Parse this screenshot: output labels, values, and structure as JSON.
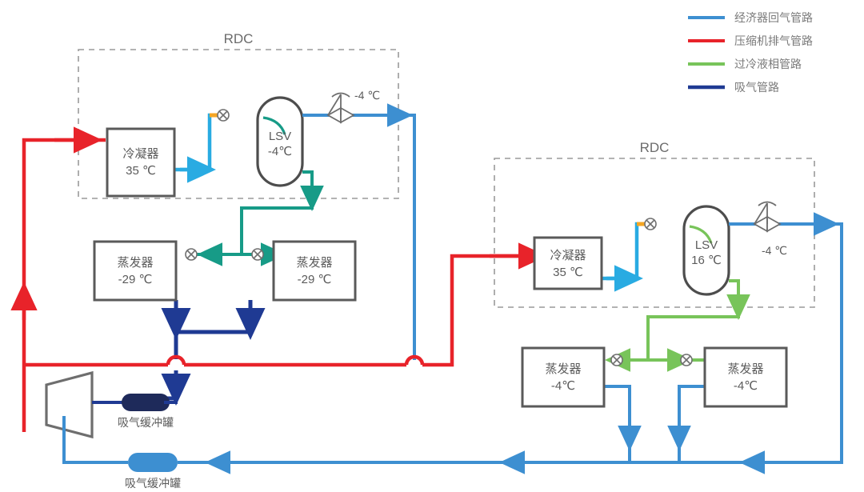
{
  "legend": {
    "items": [
      {
        "label": "经济器回气管路",
        "color": "#3d8fd1",
        "icon": "line-swatch-icon"
      },
      {
        "label": "压缩机排气管路",
        "color": "#e8232a",
        "icon": "line-swatch-icon"
      },
      {
        "label": "过冷液相管路",
        "color": "#78c45a",
        "icon": "line-swatch-icon"
      },
      {
        "label": "吸气管路",
        "color": "#1f3a93",
        "icon": "line-swatch-icon"
      }
    ]
  },
  "colors": {
    "economizer_return": "#3d8fd1",
    "compressor_discharge": "#e8232a",
    "subcooled_liquid": "#78c45a",
    "suction": "#1f3a93",
    "liquid_cyan": "#29abe2",
    "liquid_teal": "#179b87",
    "orange_marker": "#f5a623",
    "equipment_stroke": "#5a5a5a",
    "text": "#5b5b5b"
  },
  "left_section": {
    "rdc_title": "RDC",
    "condenser": {
      "name": "冷凝器",
      "temp": "35 ℃"
    },
    "lsv": {
      "name": "LSV",
      "temp": "-4℃"
    },
    "valve_temp": "-4 ℃",
    "evaporator_left": {
      "name": "蒸发器",
      "temp": "-29 ℃"
    },
    "evaporator_right": {
      "name": "蒸发器",
      "temp": "-29 ℃"
    }
  },
  "right_section": {
    "rdc_title": "RDC",
    "condenser": {
      "name": "冷凝器",
      "temp": "35 ℃"
    },
    "lsv": {
      "name": "LSV",
      "temp": "16 ℃"
    },
    "valve_temp": "-4 ℃",
    "evaporator_left": {
      "name": "蒸发器",
      "temp": "-4℃"
    },
    "evaporator_right": {
      "name": "蒸发器",
      "temp": "-4℃"
    }
  },
  "compressor": {
    "suction_buffer_upper": "吸气缓冲罐",
    "suction_buffer_lower": "吸气缓冲罐"
  }
}
